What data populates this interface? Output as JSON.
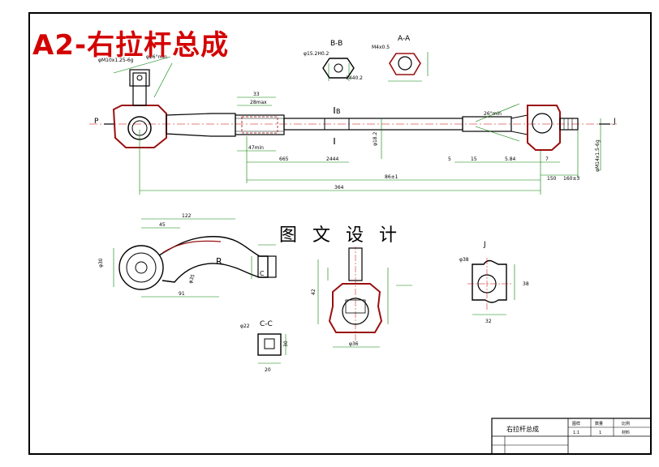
{
  "title": "A2-右拉杆总成",
  "watermark": "图 文 设 计",
  "views": {
    "bb": "B-B",
    "aa": "A-A",
    "cc": "C-C",
    "j": "J"
  },
  "markers": {
    "p": "P",
    "j": "J",
    "b": "B",
    "r": "R",
    "c": "C"
  },
  "dims_main": {
    "d1": "φM10x1.25-6g",
    "d2": "φ26°min",
    "d3": "33",
    "d4": "28max",
    "d5": "47min",
    "d6": "665",
    "d7": "2444",
    "d8": "φ18.2",
    "d9": "86±1",
    "d10": "364",
    "d11": "5",
    "d12": "15",
    "d13": "5.84",
    "d14": "7",
    "d15": "150",
    "d16": "160±3",
    "d17": "φM14x1.5-6g",
    "d18": "26°min",
    "d19": "φ15.2H0.2",
    "d20": "M4x0.5",
    "d21": "1440.2"
  },
  "dims_lower": {
    "a1": "122",
    "a2": "45",
    "a3": "91",
    "a4": "φ30",
    "a5": "φ35",
    "a6": "φ36",
    "a7": "42",
    "a8": "32",
    "a9": "φ38",
    "a10": "38",
    "a11": "30",
    "a12": "20",
    "a13": "φ22"
  },
  "title_block": {
    "name": "右拉杆总成",
    "scale": "1:1",
    "qty": "1",
    "h1": "图样",
    "h2": "数量",
    "h3": "比例",
    "h4": "材料"
  },
  "colors": {
    "line": "#000000",
    "part": "#9a1010",
    "dim": "#008000",
    "hatch": "#cc0000",
    "title": "#d40000"
  }
}
